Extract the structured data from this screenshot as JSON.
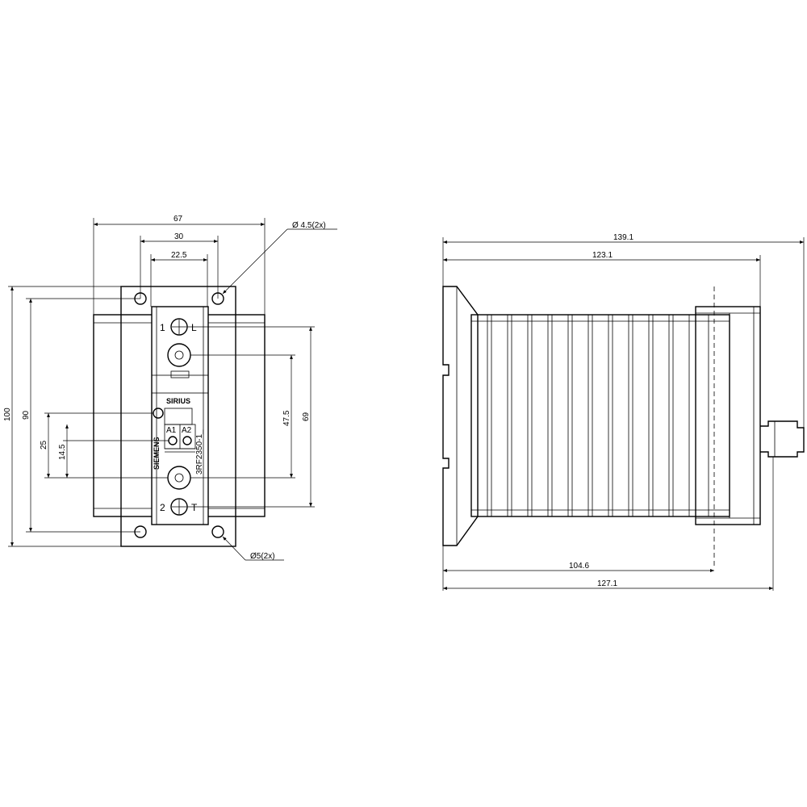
{
  "front_view": {
    "dimensions": {
      "width_67": "67",
      "holes_30": "30",
      "inner_22_5": "22.5",
      "height_100": "100",
      "height_90": "90",
      "offset_25": "25",
      "offset_14_5": "14.5",
      "offset_47_5": "47.5",
      "height_69": "69"
    },
    "callouts": {
      "hole_top": "Ø 4.5(2x)",
      "hole_bottom": "Ø5(2x)"
    },
    "terminals": {
      "t1_num": "1",
      "t1_label": "L",
      "t2_num": "2",
      "t2_label": "T",
      "a1": "A1",
      "a2": "A2"
    },
    "device": {
      "series": "SIRIUS",
      "brand": "SIEMENS",
      "model": "3RF2350-1_"
    }
  },
  "side_view": {
    "dimensions": {
      "d_139_1": "139.1",
      "d_123_1": "123.1",
      "d_104_6": "104.6",
      "d_127_1": "127.1"
    }
  }
}
